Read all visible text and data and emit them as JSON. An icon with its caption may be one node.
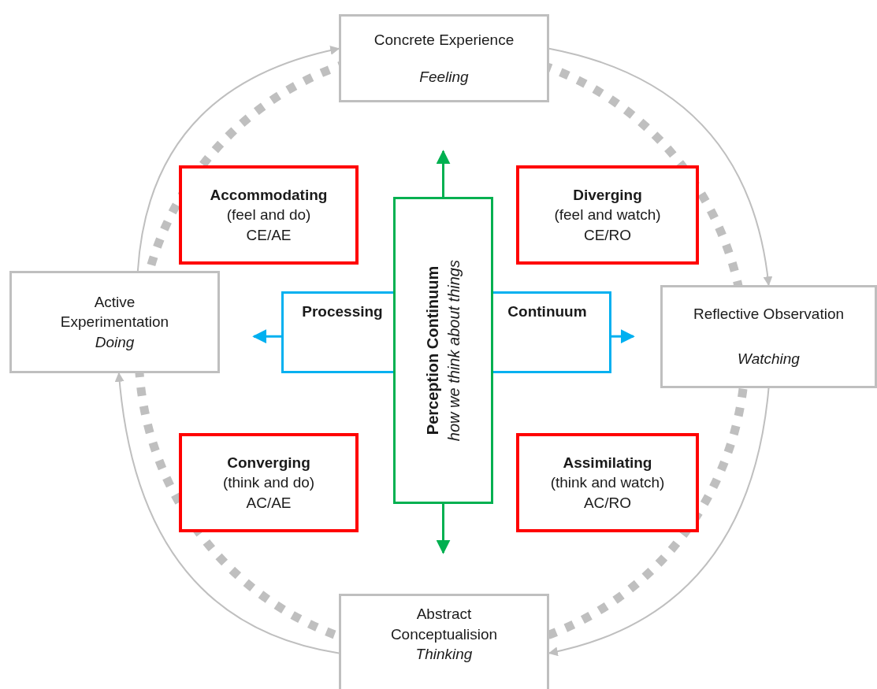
{
  "diagram": {
    "nodes": [
      {
        "text": [
          "Concrete Experience",
          "Feeling"
        ]
      },
      {
        "text": [
          "Accommodating",
          "(feel and do)",
          "CE/AE"
        ]
      },
      {
        "text": [
          "Diverging",
          "(feel and watch)",
          "CE/RO"
        ]
      },
      {
        "text": [
          "Active Experimentation",
          "Doing"
        ]
      },
      {
        "text": [
          "Processing"
        ]
      },
      {
        "text": [
          "Perception Continuum",
          "how we think about things"
        ]
      },
      {
        "text": [
          "Continuum"
        ]
      },
      {
        "text": [
          "Reflective Observation",
          "Watching"
        ]
      },
      {
        "text": [
          "Converging",
          "(think and do)",
          "AC/AE"
        ]
      },
      {
        "text": [
          "Assimilating",
          "(think and watch)",
          "AC/RO"
        ]
      },
      {
        "text": [
          "Abstract Conceptualision",
          "Thinking"
        ]
      }
    ],
    "edges": [
      {
        "from": 4,
        "to": null,
        "arrow": "to",
        "color": "#00b0f0"
      },
      {
        "from": 6,
        "to": null,
        "arrow": "to",
        "color": "#00b0f0"
      },
      {
        "from": 5,
        "to": null,
        "arrow": "to",
        "color": "#00b050"
      },
      {
        "from": 5,
        "to": null,
        "arrow": "to",
        "color": "#00b050"
      },
      {
        "from": 3,
        "to": 0,
        "arrow": "to"
      },
      {
        "from": 0,
        "to": 7,
        "arrow": "to"
      },
      {
        "from": 7,
        "to": 10,
        "arrow": "to"
      },
      {
        "from": 10,
        "to": 3,
        "arrow": "to"
      }
    ]
  }
}
